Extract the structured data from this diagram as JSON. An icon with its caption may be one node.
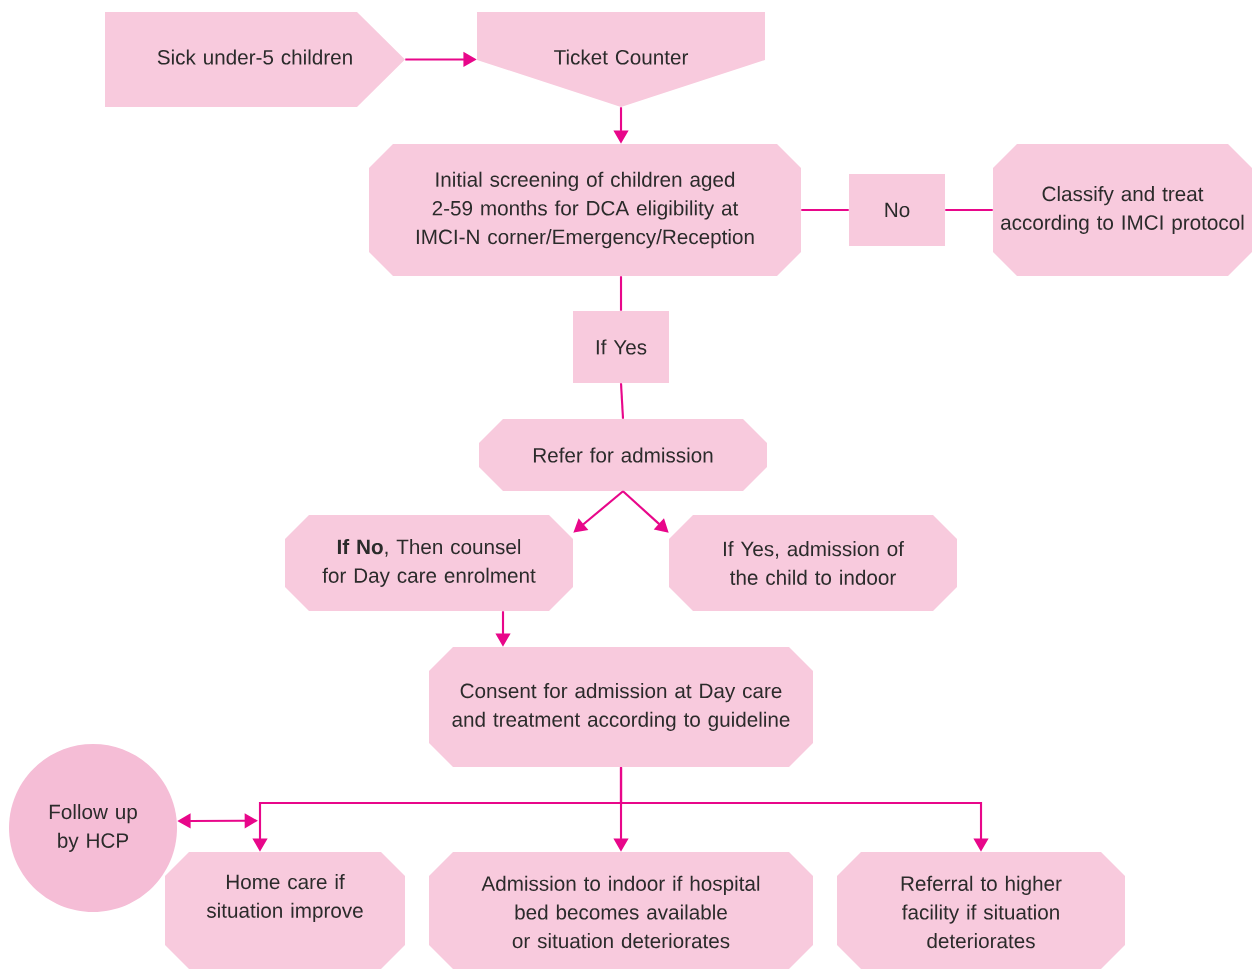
{
  "diagram": {
    "nodes": [
      {
        "text": [
          "Sick under-5 children"
        ]
      },
      {
        "text": [
          "Ticket Counter"
        ]
      },
      {
        "text": [
          "Initial screening of children aged 2-59 months for DCA eligibility at IMCI-N corner/Emergency/Reception"
        ]
      },
      {
        "text": [
          "No"
        ]
      },
      {
        "text": [
          "Classify and treat according to IMCI protocol"
        ]
      },
      {
        "text": [
          "If Yes"
        ]
      },
      {
        "text": [
          "Refer for admission"
        ]
      },
      {
        "text": [
          "**If No**, Then counsel for Day care enrolment"
        ]
      },
      {
        "text": [
          "If Yes, admission of the child to indoor"
        ]
      },
      {
        "text": [
          "Consent for admission at Day care and treatment according to guideline"
        ]
      },
      {
        "text": [
          "Follow up by HCP"
        ]
      },
      {
        "text": [
          "Home care if situation improve"
        ]
      },
      {
        "text": [
          "Admission to indoor if hospital bed becomes available or situation deteriorates"
        ]
      },
      {
        "text": [
          "Referral to higher facility if situation deteriorates"
        ]
      }
    ],
    "edges": [
      {
        "from": 0,
        "to": 1,
        "arrow": "to"
      },
      {
        "from": 1,
        "to": 2,
        "arrow": "to"
      },
      {
        "from": 2,
        "to": 3,
        "arrow": "none"
      },
      {
        "from": 3,
        "to": 4,
        "arrow": "none"
      },
      {
        "from": 2,
        "to": 5,
        "arrow": "none"
      },
      {
        "from": 5,
        "to": 6,
        "arrow": "none"
      },
      {
        "from": 6,
        "to": 7,
        "arrow": "to"
      },
      {
        "from": 6,
        "to": 8,
        "arrow": "to"
      },
      {
        "from": 7,
        "to": 9,
        "arrow": "to"
      },
      {
        "from": 9,
        "to": 11,
        "arrow": "to"
      },
      {
        "from": 9,
        "to": 12,
        "arrow": "to"
      },
      {
        "from": 9,
        "to": 13,
        "arrow": "to"
      },
      {
        "from": 10,
        "to": 11,
        "arrow": "both"
      }
    ]
  }
}
